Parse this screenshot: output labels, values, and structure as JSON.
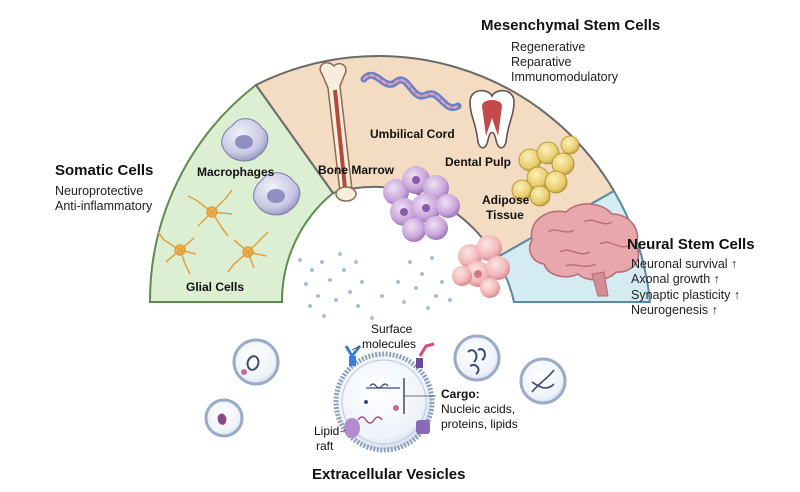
{
  "mesenchymal": {
    "title": "Mesenchymal Stem Cells",
    "effects": [
      "Regenerative",
      "Reparative",
      "Immunomodulatory"
    ],
    "labels": {
      "bone_marrow": "Bone Marrow",
      "umbilical_cord": "Umbilical Cord",
      "dental_pulp": "Dental Pulp",
      "adipose_tissue_line1": "Adipose",
      "adipose_tissue_line2": "Tissue"
    }
  },
  "somatic": {
    "title": "Somatic Cells",
    "effects": [
      "Neuroprotective",
      "Anti-inflammatory"
    ],
    "labels": {
      "macrophages": "Macrophages",
      "glial_cells": "Glial Cells"
    }
  },
  "neural": {
    "title": "Neural Stem Cells",
    "effects": [
      "Neuronal survival ↑",
      "Axonal growth  ↑",
      "Synaptic plasticity ↑",
      "Neurogenesis ↑"
    ]
  },
  "vesicle": {
    "title": "Extracellular Vesicles",
    "surface_line1": "Surface",
    "surface_line2": "molecules",
    "cargo_title": "Cargo:",
    "cargo_line1": "Nucleic acids,",
    "cargo_line2": "proteins, lipids",
    "lipid_line1": "Lipid",
    "lipid_line2": "raft"
  },
  "colors": {
    "mesenchymal_fill": "#f3dcc2",
    "somatic_fill": "#dcefd2",
    "neural_fill": "#d5ebf2",
    "outline": "#6a6a6a"
  },
  "icons": [
    "bone-icon",
    "umbilical-cord-icon",
    "tooth-icon",
    "adipocyte-cluster-icon",
    "macrophage-icon",
    "glial-cell-icon",
    "stem-cell-cluster-icon",
    "brain-icon",
    "vesicle-icon",
    "dna-icon"
  ]
}
